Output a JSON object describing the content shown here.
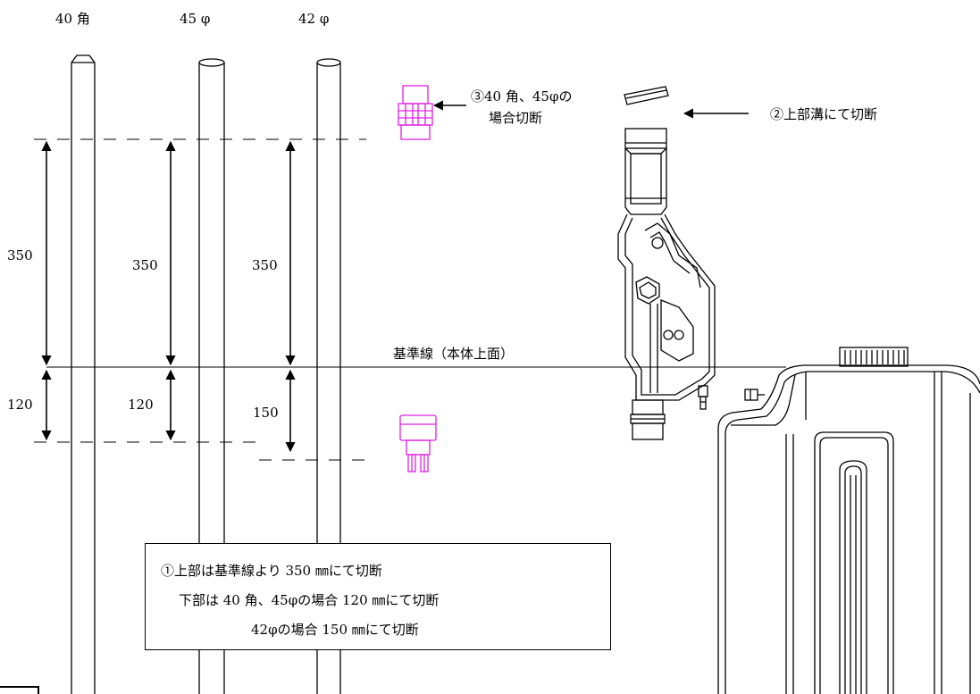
{
  "colors": {
    "line": "#000000",
    "cap": "#e020e0",
    "background": "#ffffff"
  },
  "pipes": [
    {
      "label": "40 角",
      "top_mm": "350",
      "bottom_mm": "120"
    },
    {
      "label": "45 φ",
      "top_mm": "350",
      "bottom_mm": "120"
    },
    {
      "label": "42 φ",
      "top_mm": "350",
      "bottom_mm": "150"
    }
  ],
  "reference_line_label": "基準線（本体上面）",
  "callouts": {
    "cut_caps_line1": "③40 角、45φの",
    "cut_caps_line2": "場合切断",
    "cut_groove": "②上部溝にて切断"
  },
  "note": {
    "line1": "①上部は基準線より 350 ㎜にて切断",
    "line2": "下部は 40 角、45φの場合 120 ㎜にて切断",
    "line3": "42φの場合 150 ㎜にて切断"
  }
}
